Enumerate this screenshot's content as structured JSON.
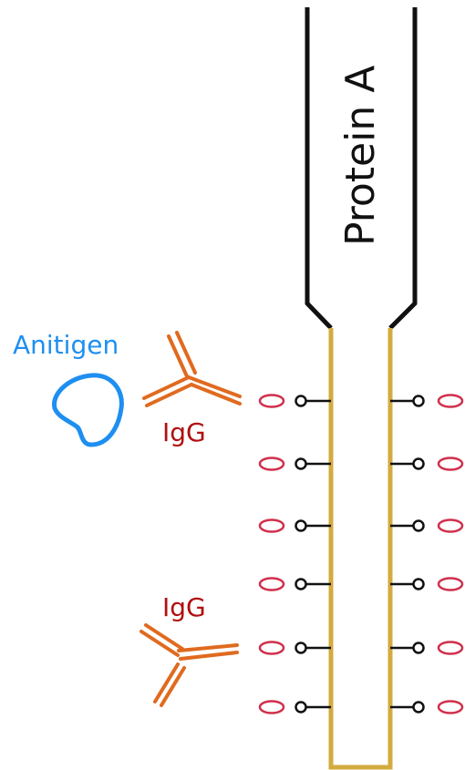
{
  "labels": {
    "protein": "Protein A",
    "antigen": "Anitigen",
    "igg_upper": "IgG",
    "igg_lower": "IgG"
  },
  "colors": {
    "column_outline": "#111111",
    "column_stem": "#d3ab3e",
    "antibody": "#e06a1f",
    "antigen": "#1e8ff0",
    "igg_label": "#b01010",
    "binding_site": "#d0304c",
    "linker": "#111111"
  },
  "binding_sites": {
    "rows_per_side": 6,
    "sides": [
      "left",
      "right"
    ]
  }
}
